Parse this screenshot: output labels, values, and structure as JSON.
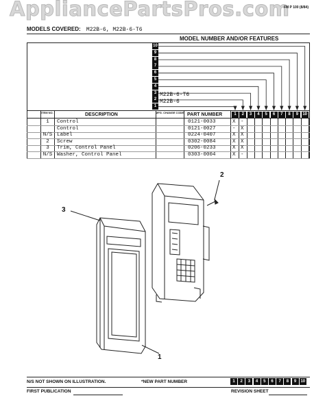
{
  "watermark": "AppliancePartsPros.com",
  "form_number": "FM P 100 (8/84)",
  "models_covered": {
    "label": "MODELS COVERED:",
    "value": "M22B-6, M22B-6-T6"
  },
  "model_header": "MODEL NUMBER AND/OR FEATURES",
  "model_numbers": [
    "1",
    "2",
    "3",
    "4",
    "5",
    "6",
    "7",
    "8",
    "9",
    "10"
  ],
  "model_names": [
    {
      "number": "2",
      "name": "M22B-6-T6"
    },
    {
      "number": "1",
      "name": "M22B-6"
    }
  ],
  "table": {
    "headers": {
      "item": "ITEM NO.",
      "description": "DESCRIPTION",
      "mfg_change": "MFG. CHANGE CODE",
      "part_number": "PART NUMBER"
    },
    "rows": [
      {
        "item": "1",
        "description": "Control",
        "part": "0121-0033",
        "m1": "X",
        "m2": "-"
      },
      {
        "item": "",
        "description": "Control",
        "part": "0121-0027",
        "m1": "-",
        "m2": "X"
      },
      {
        "item": "N/S",
        "description": "Label",
        "part": "0224-0407",
        "m1": "X",
        "m2": "X"
      },
      {
        "item": "2",
        "description": "Screw",
        "part": "0302-0084",
        "m1": "X",
        "m2": "X"
      },
      {
        "item": "3",
        "description": "Trim, Control Panel",
        "part": "0206-0233",
        "m1": "X",
        "m2": "X"
      },
      {
        "item": "N/S",
        "description": "Washer, Control Panel",
        "part": "0303-0004",
        "m1": "X",
        "m2": "-"
      }
    ]
  },
  "callouts": {
    "c1": "1",
    "c2": "2",
    "c3": "3"
  },
  "footer": {
    "ns_note": "N/S NOT SHOWN ON ILLUSTRATION.",
    "new_part": "*NEW PART NUMBER",
    "first_publication": "FIRST PUBLICATION",
    "revision_sheet": "REVISION SHEET",
    "revision_numbers": [
      "1",
      "2",
      "3",
      "4",
      "5",
      "6",
      "7",
      "8",
      "9",
      "10"
    ]
  }
}
